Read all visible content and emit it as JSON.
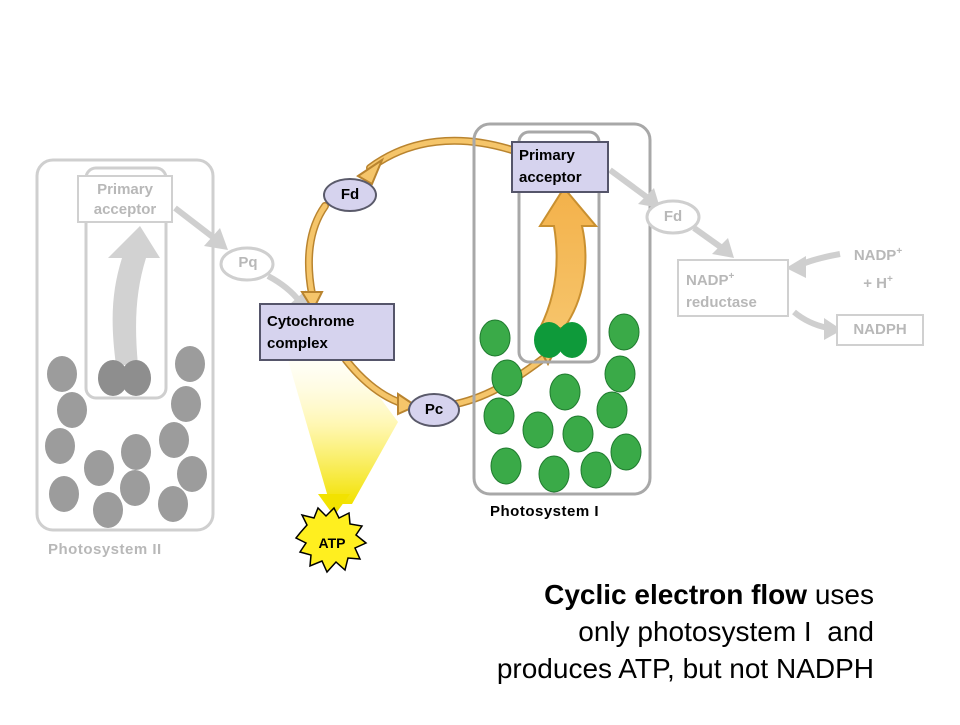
{
  "photosystem2": {
    "label": "Photosystem II",
    "primary_acceptor": [
      "Primary",
      "acceptor"
    ],
    "pq": "Pq"
  },
  "cycle": {
    "fd": "Fd",
    "cytochrome": [
      "Cytochrome",
      "complex"
    ],
    "pc": "Pc",
    "atp": "ATP"
  },
  "photosystem1": {
    "label": "Photosystem I",
    "primary_acceptor": [
      "Primary",
      "acceptor"
    ]
  },
  "right_side": {
    "fd": "Fd",
    "nadp_reductase": [
      "NADP",
      "+",
      "reductase"
    ],
    "nadp_in": [
      "NADP",
      "+",
      "+ H",
      "+"
    ],
    "nadph": "NADPH"
  },
  "caption": {
    "bold": "Cyclic electron flow",
    "line1_rest": " uses",
    "line2": "only photosystem I  and",
    "line3": "produces ATP, but not NADPH"
  },
  "colors": {
    "faded_grey": "#b8b8b8",
    "lavender": "#d6d3ee",
    "green": "#3aaa48",
    "dark_green": "#0e9a3a",
    "arrow_orange": "#f0b24a",
    "atp_yellow": "#ffef1f"
  }
}
